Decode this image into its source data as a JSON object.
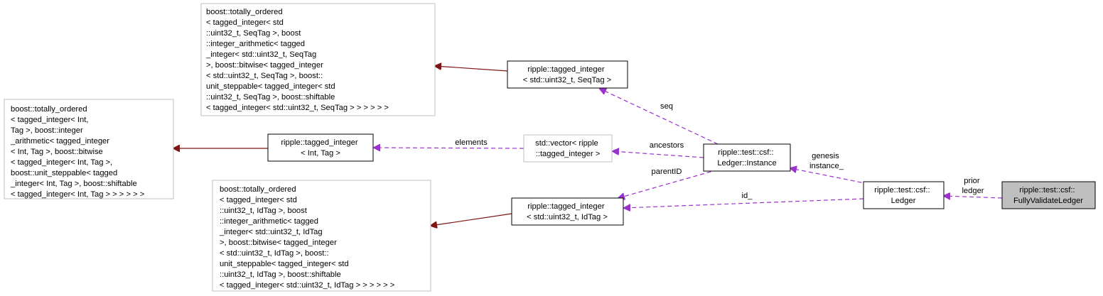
{
  "diagram": {
    "colors": {
      "inherit_edge": "#7f1414",
      "usage_edge": "#9a32cd",
      "grey_border": "#bfbfbf",
      "highlight_fill": "#bfbfbf"
    },
    "nodes": {
      "fully_validate_ledger": [
        "ripple::test::csf::",
        "FullyValidateLedger"
      ],
      "ledger": [
        "ripple::test::csf::",
        "Ledger"
      ],
      "ledger_instance": [
        "ripple::test::csf::",
        "Ledger::Instance"
      ],
      "tagged_integer_seq": [
        "ripple::tagged_integer",
        "< std::uint32_t, SeqTag >"
      ],
      "tagged_integer_int": [
        "ripple::tagged_integer",
        "< Int, Tag >"
      ],
      "tagged_integer_id": [
        "ripple::tagged_integer",
        "< std::uint32_t, IdTag >"
      ],
      "vector_tagged_integer": [
        "std::vector< ripple",
        "::tagged_integer >"
      ],
      "totally_ordered_seq": [
        "boost::totally_ordered",
        "< tagged_integer< std",
        "::uint32_t, SeqTag >, boost",
        "::integer_arithmetic< tagged",
        "_integer< std::uint32_t, SeqTag",
        " >, boost::bitwise< tagged_integer",
        "< std::uint32_t, SeqTag >, boost::",
        "unit_steppable< tagged_integer< std",
        "::uint32_t, SeqTag >, boost::shiftable",
        "< tagged_integer< std::uint32_t, SeqTag > > > > > >"
      ],
      "totally_ordered_int": [
        "boost::totally_ordered",
        "< tagged_integer< Int,",
        " Tag >, boost::integer",
        "_arithmetic< tagged_integer",
        "< Int, Tag >, boost::bitwise",
        "< tagged_integer< Int, Tag >,",
        " boost::unit_steppable< tagged",
        "_integer< Int, Tag >, boost::shiftable",
        "< tagged_integer< Int, Tag > > > > > >"
      ],
      "totally_ordered_id": [
        "boost::totally_ordered",
        "< tagged_integer< std",
        "::uint32_t, IdTag >, boost",
        "::integer_arithmetic< tagged",
        "_integer< std::uint32_t, IdTag",
        " >, boost::bitwise< tagged_integer",
        "< std::uint32_t, IdTag >, boost::",
        "unit_steppable< tagged_integer< std",
        "::uint32_t, IdTag >, boost::shiftable",
        "< tagged_integer< std::uint32_t, IdTag > > > > > >"
      ]
    },
    "edge_labels": {
      "seq": [
        "seq"
      ],
      "ancestors": [
        "ancestors"
      ],
      "elements": [
        "elements"
      ],
      "parent_id": [
        "parentID"
      ],
      "id": [
        "id_"
      ],
      "genesis_instance": [
        "genesis",
        "instance_"
      ],
      "prior_ledger": [
        "prior",
        "ledger"
      ]
    }
  }
}
